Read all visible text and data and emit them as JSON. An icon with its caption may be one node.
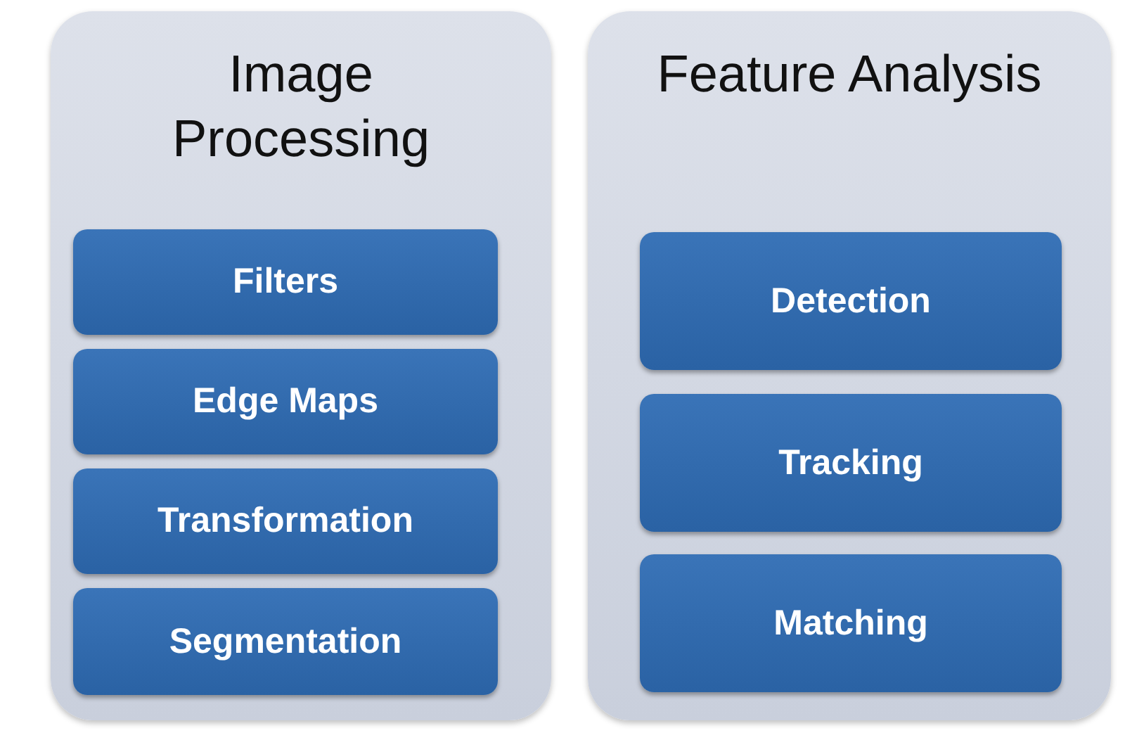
{
  "diagram": {
    "nodes": [
      {
        "text": [
          "Image Processing"
        ]
      },
      {
        "text": [
          "Filters"
        ],
        "in": 0
      },
      {
        "text": [
          "Edge Maps"
        ],
        "in": 0
      },
      {
        "text": [
          "Transformation"
        ],
        "in": 0
      },
      {
        "text": [
          "Segmentation"
        ],
        "in": 0
      },
      {
        "text": [
          "Feature Analysis"
        ]
      },
      {
        "text": [
          "Detection"
        ],
        "in": 5
      },
      {
        "text": [
          "Tracking"
        ],
        "in": 5
      },
      {
        "text": [
          "Matching"
        ],
        "in": 5
      }
    ]
  }
}
